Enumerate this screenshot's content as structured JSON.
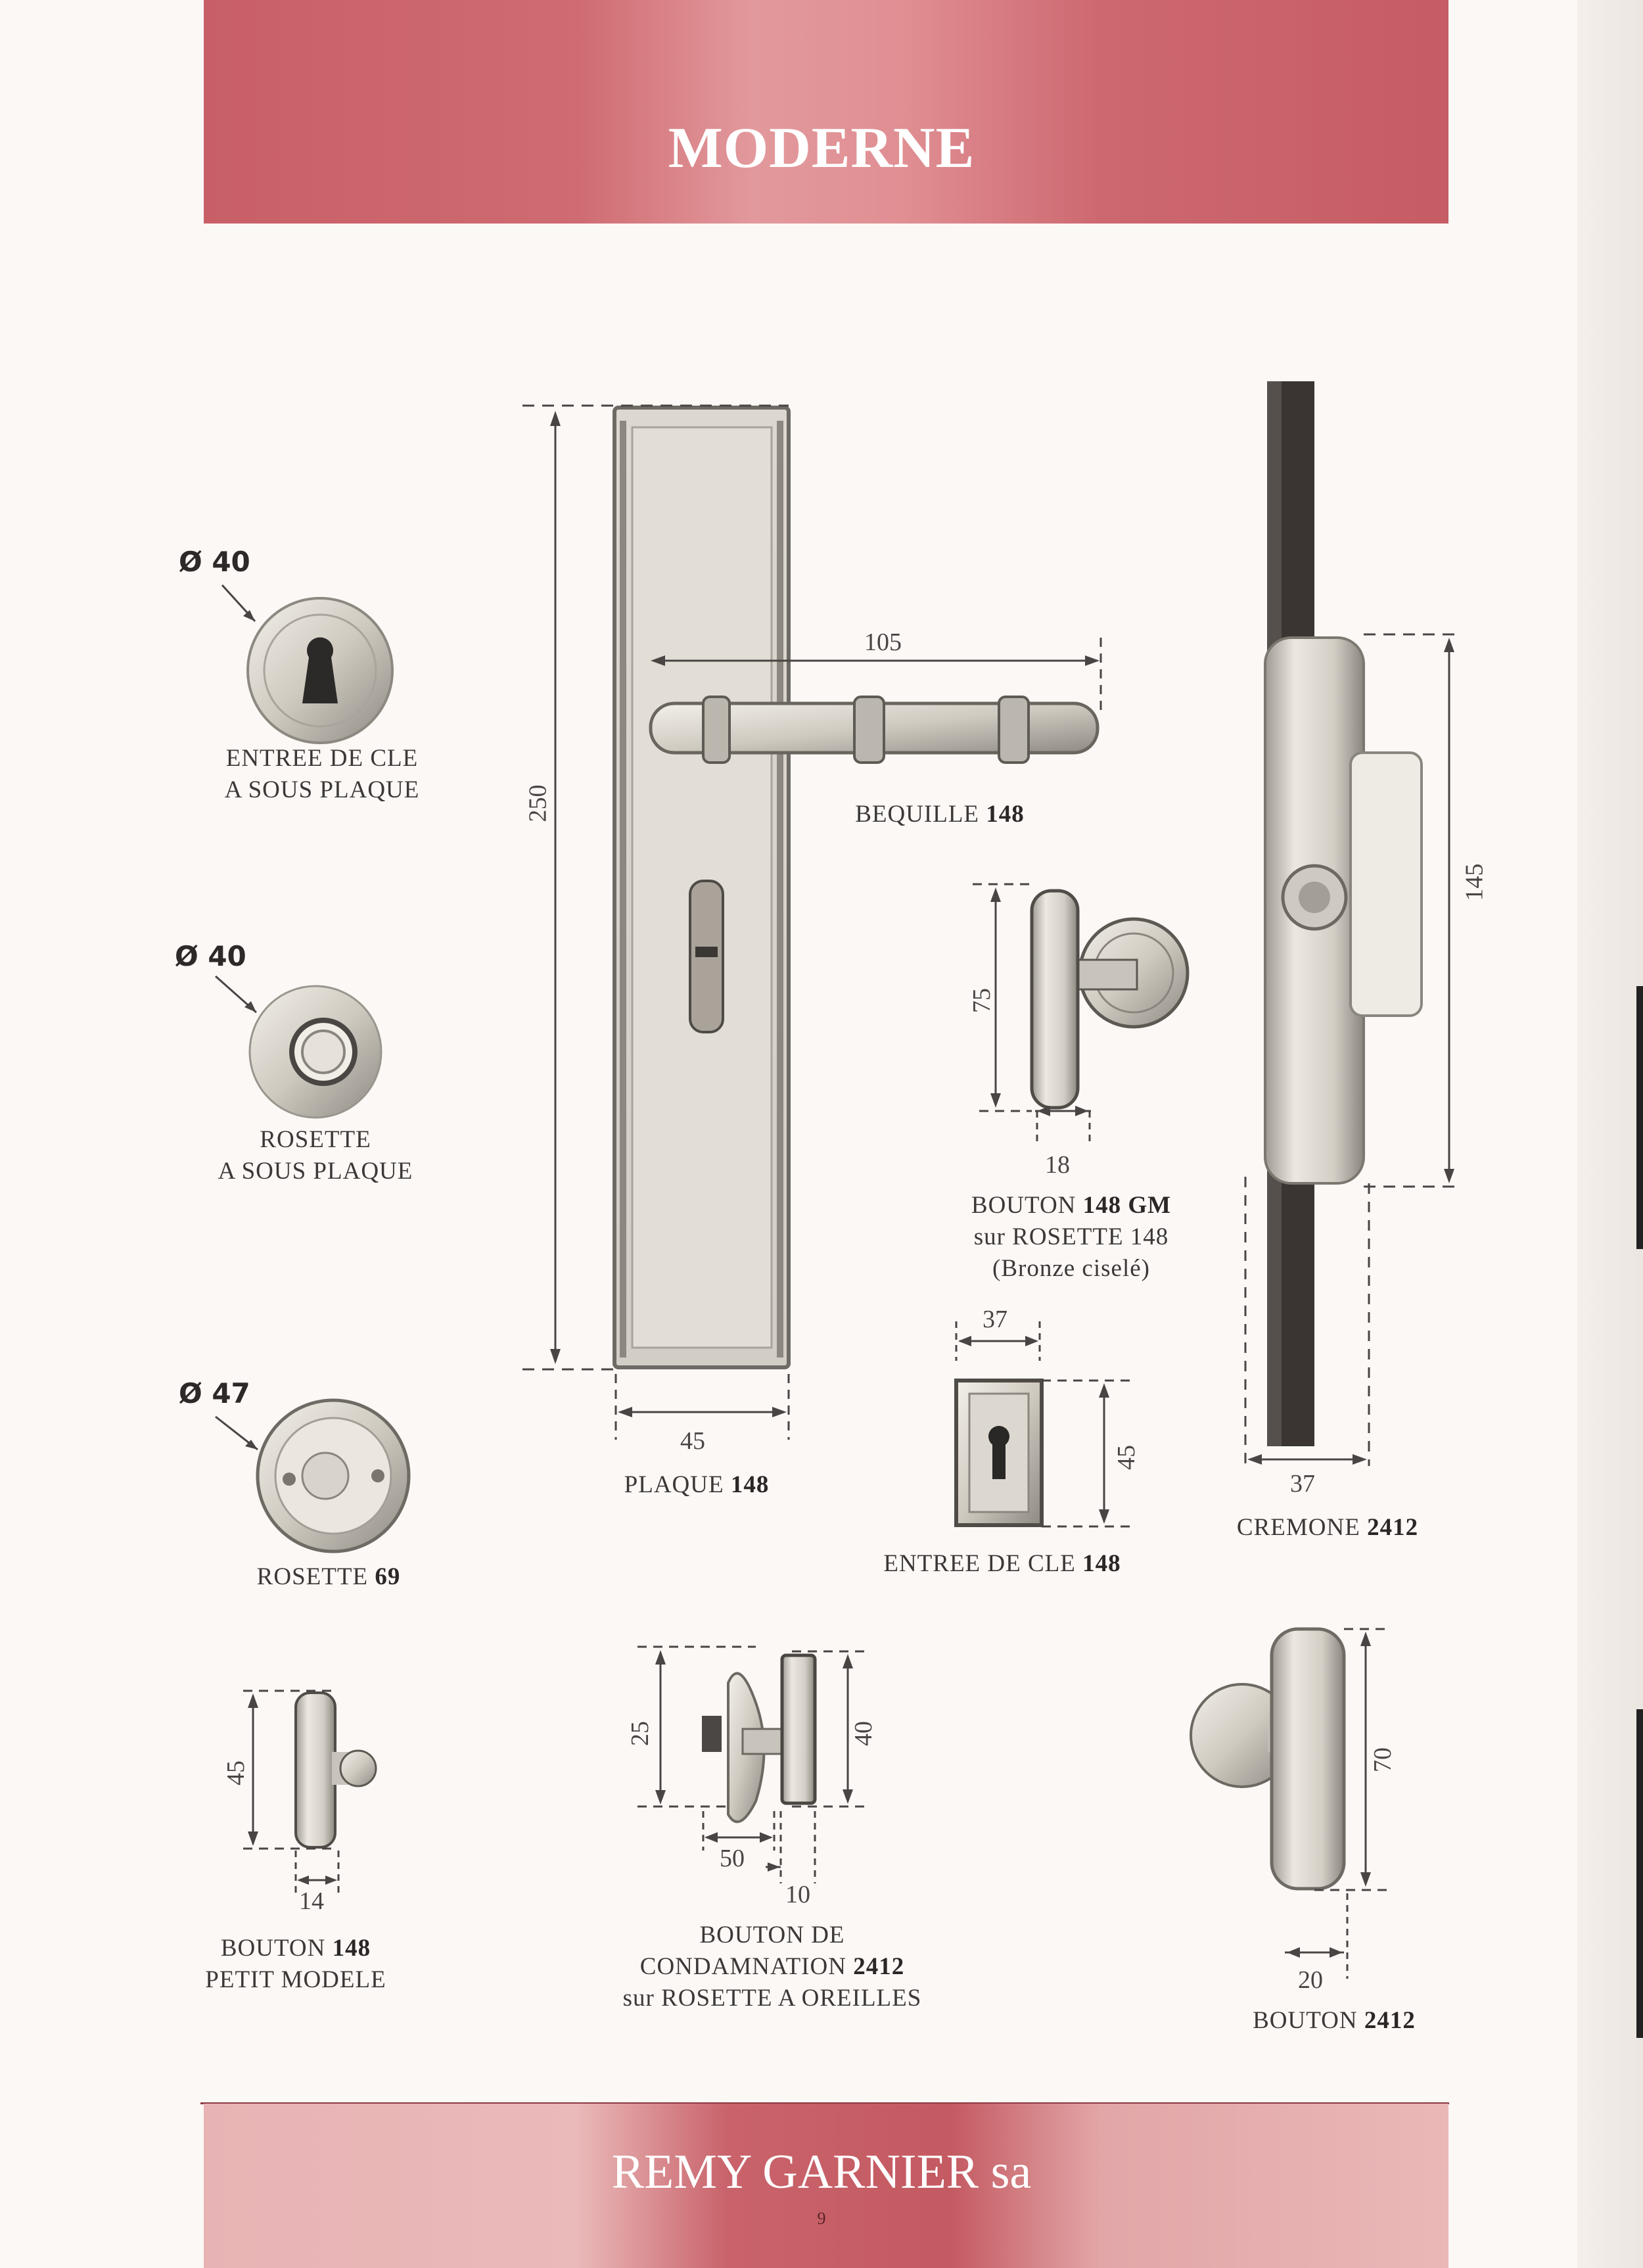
{
  "header": {
    "title": "MODERNE"
  },
  "footer": {
    "company": "REMY GARNIER sa",
    "page_number": "9"
  },
  "items": [
    {
      "id": "entree-cle-sous-plaque",
      "diameter": "Ø 40",
      "line1": "ENTREE DE CLE",
      "line2": "A SOUS PLAQUE"
    },
    {
      "id": "rosette-sous-plaque",
      "diameter": "Ø 40",
      "line1": "ROSETTE",
      "line2": "A SOUS PLAQUE"
    },
    {
      "id": "rosette-69",
      "diameter": "Ø 47",
      "name": "ROSETTE",
      "ref": "69"
    },
    {
      "id": "plaque-148",
      "name": "PLAQUE",
      "ref": "148",
      "dims": {
        "height": "250",
        "width": "45"
      }
    },
    {
      "id": "bequille-148",
      "name": "BEQUILLE",
      "ref": "148",
      "dims": {
        "length": "105"
      }
    },
    {
      "id": "bouton-148-gm",
      "name": "BOUTON",
      "ref": "148 GM",
      "line2_prefix": "sur ROSETTE",
      "line2_ref": "148",
      "line3": "(Bronze ciselé)",
      "dims": {
        "height": "75",
        "width": "18"
      }
    },
    {
      "id": "entree-cle-148",
      "name": "ENTREE DE CLE",
      "ref": "148",
      "dims": {
        "width": "37",
        "height": "45"
      }
    },
    {
      "id": "cremone-2412",
      "name": "CREMONE",
      "ref": "2412",
      "dims": {
        "height": "145",
        "width": "37"
      }
    },
    {
      "id": "bouton-148-pm",
      "name": "BOUTON",
      "ref": "148",
      "line2": "PETIT MODELE",
      "dims": {
        "height": "45",
        "width": "14"
      }
    },
    {
      "id": "bouton-condamnation-2412",
      "line1": "BOUTON DE",
      "name": "CONDAMNATION",
      "ref": "2412",
      "line3": "sur ROSETTE A OREILLES",
      "dims": {
        "h1": "25",
        "h2": "40",
        "w1": "50",
        "w2": "10"
      }
    },
    {
      "id": "bouton-2412",
      "name": "BOUTON",
      "ref": "2412",
      "dims": {
        "height": "70",
        "width": "20"
      }
    }
  ],
  "colors": {
    "banner": "#c85f67",
    "text": "#3a3534",
    "metal": "#d8d4cc"
  }
}
